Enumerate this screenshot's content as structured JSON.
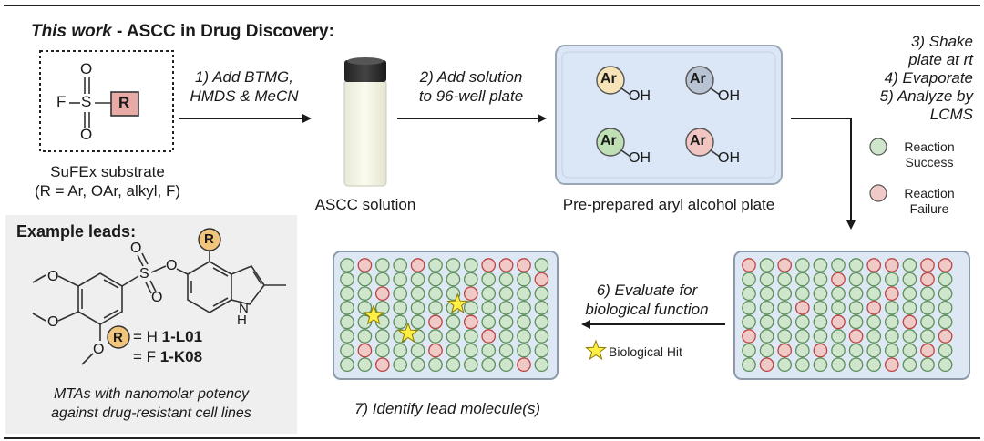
{
  "header": {
    "title_italic": "This work",
    "title_sep": " - ",
    "title_bold": "ASCC in Drug Discovery:"
  },
  "substrate": {
    "atom_F": "F",
    "atom_S": "S",
    "atom_O_top": "O",
    "atom_O_bottom": "O",
    "group_R": "R",
    "caption_line1": "SuFEx substrate",
    "caption_line2": "(R = Ar, OAr, alkyl, F)"
  },
  "steps": {
    "step1_line1": "1) Add BTMG,",
    "step1_line2": "HMDS & MeCN",
    "step2_line1": "2) Add solution",
    "step2_line2": "to 96-well plate",
    "step3_line1": "3) Shake",
    "step3_line2": "plate at rt",
    "step4": "4) Evaporate",
    "step5_line1": "5) Analyze by",
    "step5_line2": "LCMS",
    "step6_line1": "6) Evaluate for",
    "step6_line2": "biological function",
    "step7": "7) Identify lead molecule(s)"
  },
  "vial": {
    "caption": "ASCC solution"
  },
  "alcohol_plate": {
    "caption": "Pre-prepared aryl alcohol plate",
    "wells": [
      {
        "ar": "Ar",
        "oh": "OH",
        "color": "#f7e3b8"
      },
      {
        "ar": "Ar",
        "oh": "OH",
        "color": "#b7c3d3"
      },
      {
        "ar": "Ar",
        "oh": "OH",
        "color": "#bfe0b5"
      },
      {
        "ar": "Ar",
        "oh": "OH",
        "color": "#f1c6c2"
      }
    ]
  },
  "legend": {
    "success_line1": "Reaction",
    "success_line2": "Success",
    "failure_line1": "Reaction",
    "failure_line2": "Failure",
    "hit": "Biological Hit",
    "success_color": "#cfe6cd",
    "failure_color": "#f0cac6",
    "hit_color": "#ffee44"
  },
  "leads": {
    "heading": "Example leads:",
    "r_symbol": "R",
    "atom_O_link": "O",
    "atom_O_s1": "O",
    "atom_O_s2": "O",
    "atom_S": "S",
    "atom_NH": "N",
    "atom_H": "H",
    "line1_eq": "= H ",
    "line1_code": "1-L01",
    "line2_eq": "= F ",
    "line2_code": "1-K08",
    "note_line1": "MTAs with nanomolar potency",
    "note_line2": "against drug-resistant cell lines"
  },
  "plates": {
    "rows": 8,
    "cols": 12,
    "right_failures": [
      [
        0,
        0
      ],
      [
        0,
        2
      ],
      [
        0,
        7
      ],
      [
        0,
        8
      ],
      [
        0,
        10
      ],
      [
        0,
        11
      ],
      [
        1,
        5
      ],
      [
        1,
        10
      ],
      [
        2,
        8
      ],
      [
        3,
        3
      ],
      [
        3,
        7
      ],
      [
        4,
        5
      ],
      [
        4,
        9
      ],
      [
        5,
        0
      ],
      [
        5,
        6
      ],
      [
        5,
        11
      ],
      [
        6,
        2
      ],
      [
        6,
        4
      ],
      [
        6,
        10
      ],
      [
        7,
        1
      ],
      [
        7,
        8
      ]
    ],
    "left_failures": [
      [
        0,
        1
      ],
      [
        0,
        4
      ],
      [
        0,
        8
      ],
      [
        0,
        9
      ],
      [
        0,
        10
      ],
      [
        1,
        11
      ],
      [
        2,
        2
      ],
      [
        2,
        7
      ],
      [
        4,
        5
      ],
      [
        4,
        7
      ],
      [
        5,
        8
      ],
      [
        6,
        1
      ],
      [
        6,
        5
      ],
      [
        7,
        2
      ],
      [
        7,
        10
      ]
    ],
    "hits": [
      [
        3.55,
        1.5
      ],
      [
        4.8,
        3.45
      ],
      [
        2.75,
        6.25
      ]
    ]
  }
}
